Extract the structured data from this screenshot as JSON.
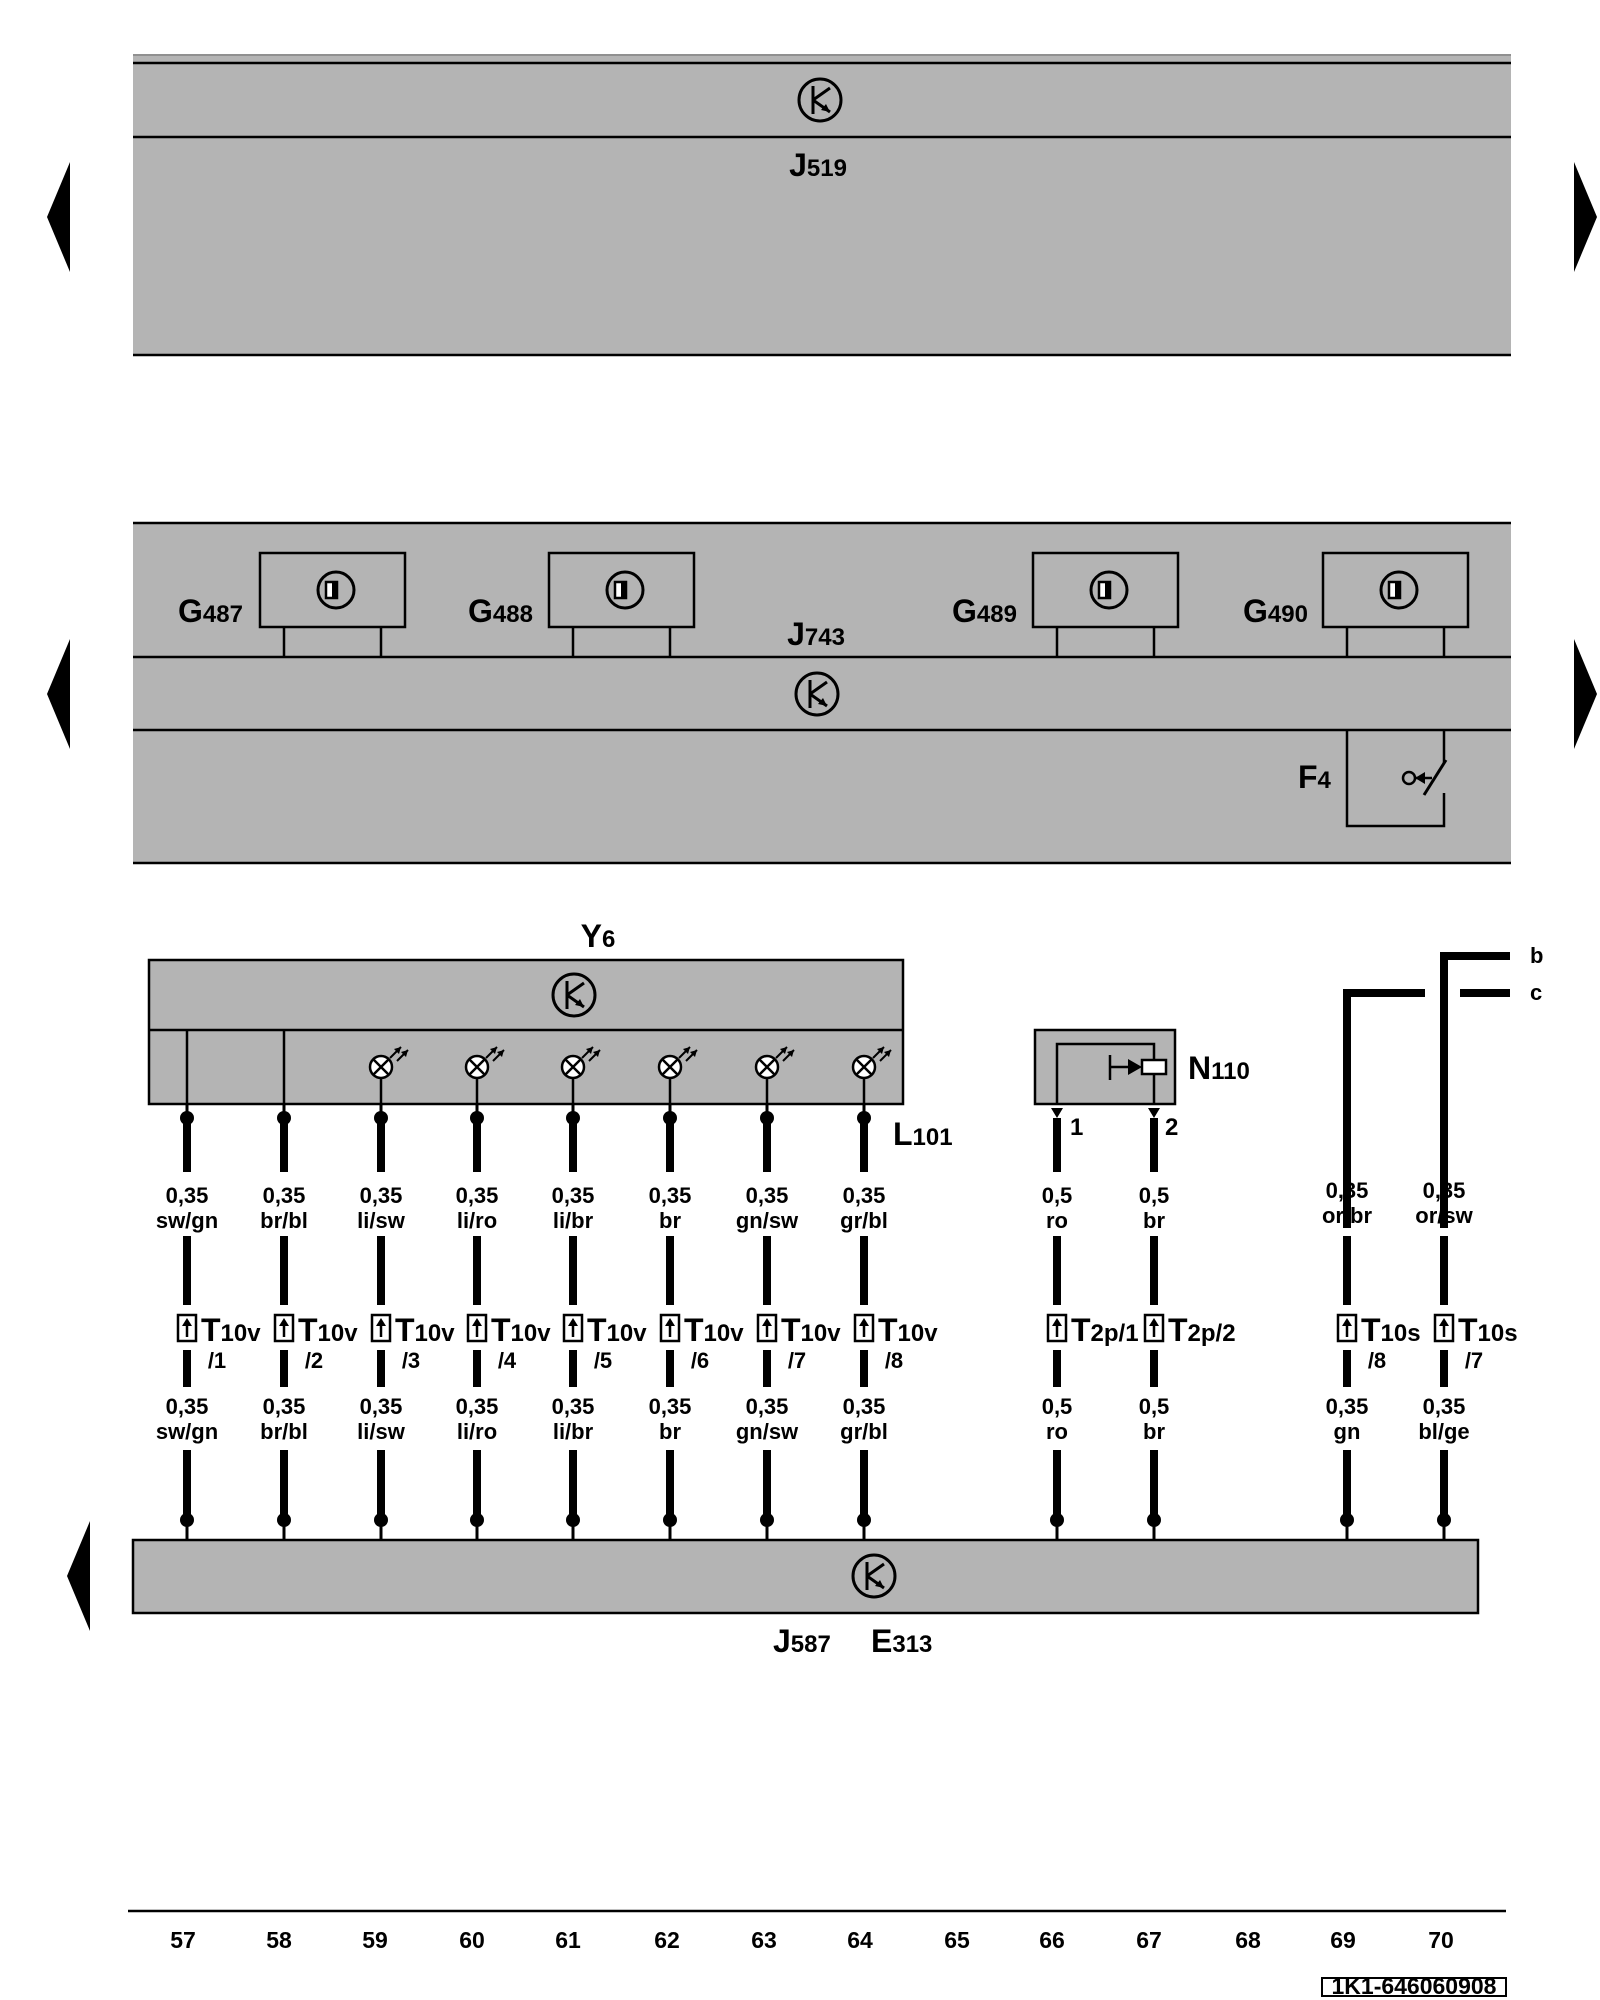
{
  "colors": {
    "module": "#b4b4b4",
    "wire": "#000000",
    "background": "#ffffff"
  },
  "icons": {
    "module": "ecu-icon",
    "sensor": "seat-occupancy-sensor-icon",
    "lamp": "lamp-icon",
    "valve": "solenoid-valve-icon",
    "switch": "brake-light-switch-icon",
    "connector": "connector-pin-icon"
  },
  "modules": {
    "j519": {
      "letter": "J",
      "sub": "519"
    },
    "j743": {
      "letter": "J",
      "sub": "743"
    },
    "f4": {
      "letter": "F",
      "sub": "4"
    },
    "y6": {
      "letter": "Y",
      "sub": "6"
    },
    "l101": {
      "letter": "L",
      "sub": "101"
    },
    "n110": {
      "letter": "N",
      "sub": "110"
    },
    "j587": {
      "letter": "J",
      "sub": "587"
    },
    "e313": {
      "letter": "E",
      "sub": "313"
    }
  },
  "sensors": [
    {
      "letter": "G",
      "sub": "487"
    },
    {
      "letter": "G",
      "sub": "488"
    },
    {
      "letter": "G",
      "sub": "489"
    },
    {
      "letter": "G",
      "sub": "490"
    }
  ],
  "n110_pins": [
    "1",
    "2"
  ],
  "refs": [
    "b",
    "c"
  ],
  "wires": [
    {
      "top_size": "0,35",
      "top_color": "sw/gn",
      "conn": "T",
      "conn_sub": "10v",
      "pin": "/1",
      "bot_size": "0,35",
      "bot_color": "sw/gn"
    },
    {
      "top_size": "0,35",
      "top_color": "br/bl",
      "conn": "T",
      "conn_sub": "10v",
      "pin": "/2",
      "bot_size": "0,35",
      "bot_color": "br/bl"
    },
    {
      "top_size": "0,35",
      "top_color": "li/sw",
      "conn": "T",
      "conn_sub": "10v",
      "pin": "/3",
      "bot_size": "0,35",
      "bot_color": "li/sw"
    },
    {
      "top_size": "0,35",
      "top_color": "li/ro",
      "conn": "T",
      "conn_sub": "10v",
      "pin": "/4",
      "bot_size": "0,35",
      "bot_color": "li/ro"
    },
    {
      "top_size": "0,35",
      "top_color": "li/br",
      "conn": "T",
      "conn_sub": "10v",
      "pin": "/5",
      "bot_size": "0,35",
      "bot_color": "li/br"
    },
    {
      "top_size": "0,35",
      "top_color": "br",
      "conn": "T",
      "conn_sub": "10v",
      "pin": "/6",
      "bot_size": "0,35",
      "bot_color": "br"
    },
    {
      "top_size": "0,35",
      "top_color": "gn/sw",
      "conn": "T",
      "conn_sub": "10v",
      "pin": "/7",
      "bot_size": "0,35",
      "bot_color": "gn/sw"
    },
    {
      "top_size": "0,35",
      "top_color": "gr/bl",
      "conn": "T",
      "conn_sub": "10v",
      "pin": "/8",
      "bot_size": "0,35",
      "bot_color": "gr/bl"
    },
    {
      "top_size": "0,5",
      "top_color": "ro",
      "conn": "T",
      "conn_sub": "2p/1",
      "pin": "",
      "bot_size": "0,5",
      "bot_color": "ro"
    },
    {
      "top_size": "0,5",
      "top_color": "br",
      "conn": "T",
      "conn_sub": "2p/2",
      "pin": "",
      "bot_size": "0,5",
      "bot_color": "br"
    },
    {
      "top_size": "0,35",
      "top_color": "or/br",
      "conn": "T",
      "conn_sub": "10s",
      "pin": "/8",
      "bot_size": "0,35",
      "bot_color": "gn"
    },
    {
      "top_size": "0,35",
      "top_color": "or/sw",
      "conn": "T",
      "conn_sub": "10s",
      "pin": "/7",
      "bot_size": "0,35",
      "bot_color": "bl/ge"
    }
  ],
  "tracks": [
    "57",
    "58",
    "59",
    "60",
    "61",
    "62",
    "63",
    "64",
    "65",
    "66",
    "67",
    "68",
    "69",
    "70"
  ],
  "doc_id": "1K1-646060908"
}
